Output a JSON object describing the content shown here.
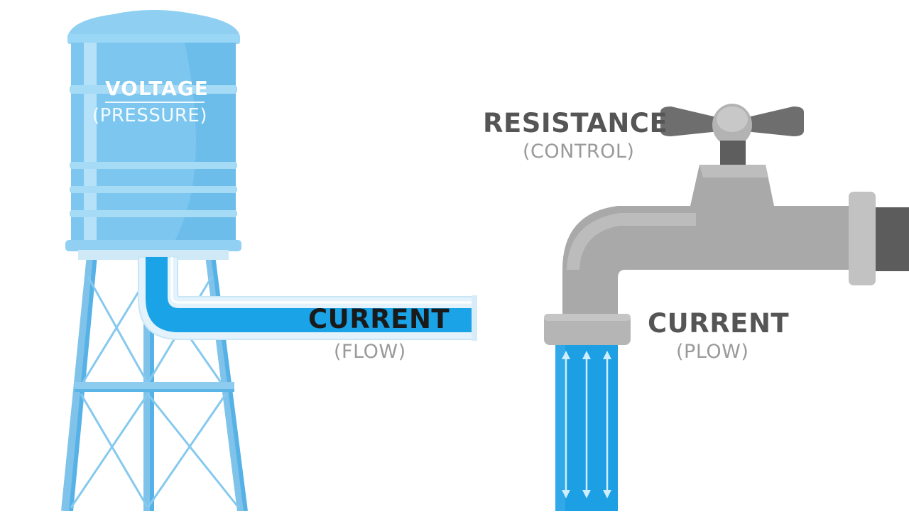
{
  "labels": {
    "voltage": "VOLTAGE",
    "voltage_sub": "(PRESSURE)",
    "current_pipe": "CURRENT",
    "current_pipe_sub": "(FLOW)",
    "resistance": "RESISTANCE",
    "resistance_sub": "(CONTROL)",
    "current_tap": "CURRENT",
    "current_tap_sub": "(PLOW)"
  },
  "colors": {
    "background": "#ffffff",
    "tank_blue": "#7cc6ef",
    "tower_blue": "#4fb3e6",
    "pipe_blue": "#1aa3e6",
    "water_blue": "#1c9fe3",
    "faucet_gray": "#a9a9a9",
    "faucet_dark": "#6b6b6b",
    "label_dark": "#1a1a1a",
    "label_gray": "#555555",
    "label_light": "#9a9a9a"
  },
  "icons": {
    "tank": "water-tower",
    "tap": "faucet",
    "handle": "tap-handle",
    "flow": "arrows-up-down"
  }
}
